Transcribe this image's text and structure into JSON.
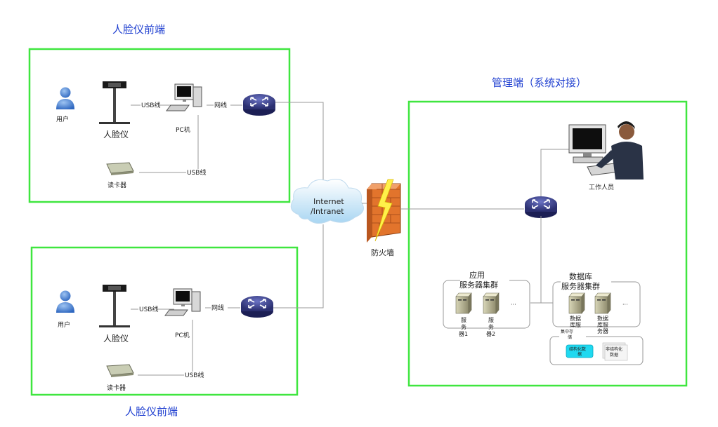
{
  "titles": {
    "front_top": "人脸仪前端",
    "front_bottom": "人脸仪前端",
    "manage": "管理端（系统对接）"
  },
  "front": {
    "user": "用户",
    "face_device": "人脸仪",
    "pc": "PC机",
    "card_reader": "读卡器",
    "usb_line": "USB线",
    "network_line": "网线"
  },
  "cloud": [
    "Internet",
    "/Intranet"
  ],
  "firewall": "防火墙",
  "manage": {
    "staff": "工作人员",
    "app_cluster": [
      "应用",
      "服务器集群"
    ],
    "app_servers": [
      [
        "服",
        "务",
        "器1"
      ],
      [
        "服",
        "务",
        "器2"
      ]
    ],
    "db_cluster": [
      "数据库",
      "服务器集群"
    ],
    "db_servers": [
      [
        "数据",
        "库服"
      ],
      [
        "数据",
        "库服",
        "务器"
      ]
    ],
    "storage": [
      "集中存",
      "储"
    ],
    "structured": [
      "结构化数",
      "据"
    ],
    "unstructured": [
      "非结构化",
      "数据"
    ],
    "more": "···"
  },
  "colors": {
    "title": "#1f3fd0",
    "frame": "#3fe63f",
    "router": "#3a3f8a",
    "firewall": "#e0702a"
  }
}
